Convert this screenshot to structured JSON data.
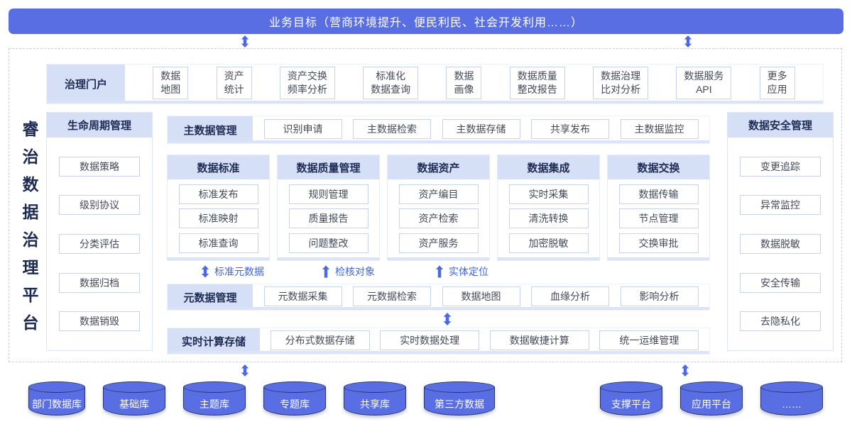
{
  "banner": {
    "label": "业务目标（营商环境提升、便民利民、社会开发利用……）"
  },
  "platform_title": "睿治数据治理平台",
  "portal": {
    "title": "治理门户",
    "items": [
      "数据\n地图",
      "资产\n统计",
      "资产交换\n频率分析",
      "标准化\n数据查询",
      "数据\n画像",
      "数据质量\n整改报告",
      "数据治理\n比对分析",
      "数据服务\nAPI",
      "更多\n应用"
    ]
  },
  "lifecycle": {
    "title": "生命周期管理",
    "items": [
      "数据策略",
      "级别协议",
      "分类评估",
      "数据归档",
      "数据销毁"
    ]
  },
  "master": {
    "title": "主数据管理",
    "items": [
      "识别申请",
      "主数据检索",
      "主数据存储",
      "共享发布",
      "主数据监控"
    ]
  },
  "modules": [
    {
      "title": "数据标准",
      "items": [
        "标准发布",
        "标准映射",
        "标准查询"
      ]
    },
    {
      "title": "数据质量管理",
      "items": [
        "规则管理",
        "质量报告",
        "问题整改"
      ]
    },
    {
      "title": "数据资产",
      "items": [
        "资产编目",
        "资产检索",
        "资产服务"
      ]
    },
    {
      "title": "数据集成",
      "items": [
        "实时采集",
        "清洗转换",
        "加密脱敏"
      ]
    },
    {
      "title": "数据交换",
      "items": [
        "数据传输",
        "节点管理",
        "交换审批"
      ]
    }
  ],
  "flow": [
    {
      "label": "标准元数据"
    },
    {
      "label": "检核对象"
    },
    {
      "label": "实体定位"
    }
  ],
  "metadata": {
    "title": "元数据管理",
    "items": [
      "元数据采集",
      "元数据检索",
      "数据地图",
      "血缘分析",
      "影响分析"
    ]
  },
  "realtime": {
    "title": "实时计算存储",
    "items": [
      "分布式数据存储",
      "实时数据处理",
      "数据敏捷计算",
      "统一运维管理"
    ]
  },
  "security": {
    "title": "数据安全管理",
    "items": [
      "变更追踪",
      "异常监控",
      "数据脱敏",
      "安全传输",
      "去隐私化"
    ]
  },
  "datasources": [
    "部门数据库",
    "基础库",
    "主题库",
    "专题库",
    "共享库",
    "第三方数据"
  ],
  "platforms": [
    "支撑平台",
    "应用平台",
    "……"
  ],
  "colors": {
    "banner_blue": "#5a6ee4",
    "header_bg": "#d5dff5",
    "header_text": "#1f2b55",
    "item_border": "#c7d3ea",
    "arrow_blue": "#4a68e8",
    "flow_label_blue": "#3d64e0",
    "cylinder_fill": "#5a6ee4",
    "cylinder_stroke": "#2b3564"
  }
}
